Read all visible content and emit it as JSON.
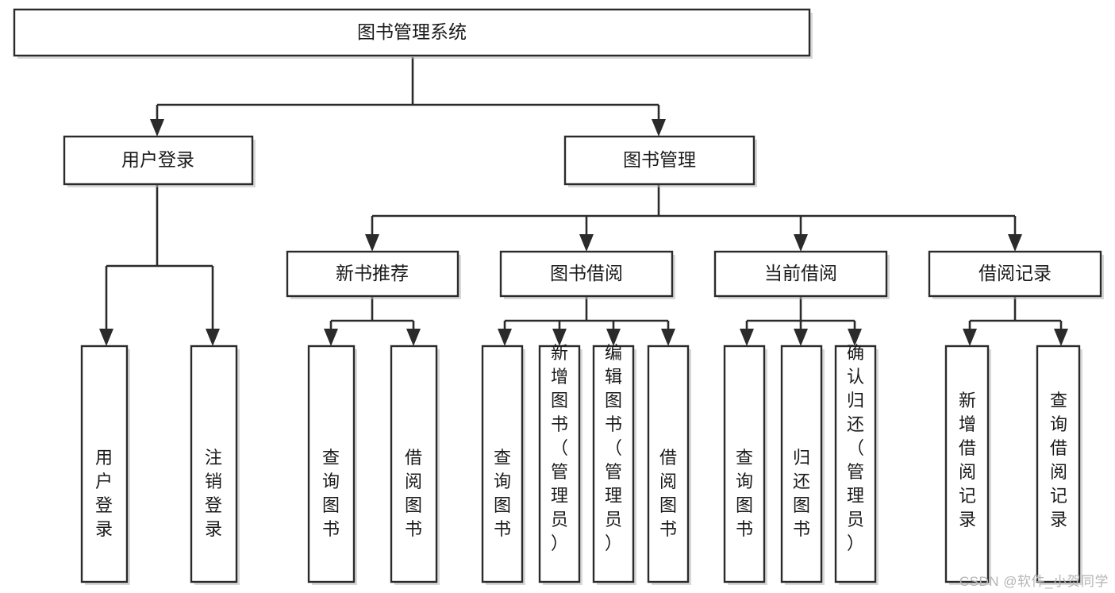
{
  "diagram": {
    "type": "tree",
    "title": "图书管理系统",
    "orientation": "top-down",
    "colors": {
      "box_fill": "#ffffff",
      "box_stroke": "#2b2b2b",
      "connector": "#2b2b2b",
      "text": "#1a1a1a",
      "watermark": "#b5b5b5",
      "background": "#ffffff"
    },
    "root": {
      "id": "root",
      "label": "图书管理系统"
    },
    "level2": [
      {
        "id": "user-login",
        "label": "用户登录"
      },
      {
        "id": "book-manage",
        "label": "图书管理"
      }
    ],
    "level3": [
      {
        "id": "new-book-rec",
        "label": "新书推荐",
        "parent": "book-manage"
      },
      {
        "id": "book-borrow",
        "label": "图书借阅",
        "parent": "book-manage"
      },
      {
        "id": "current-borrow",
        "label": "当前借阅",
        "parent": "book-manage"
      },
      {
        "id": "borrow-record",
        "label": "借阅记录",
        "parent": "book-manage"
      }
    ],
    "leaves": {
      "user_login": [
        {
          "id": "leaf-user-login",
          "label": "用户登录"
        },
        {
          "id": "leaf-logout-login",
          "label": "注销登录"
        }
      ],
      "new_book_rec": [
        {
          "id": "leaf-query-book-1",
          "label": "查询图书"
        },
        {
          "id": "leaf-borrow-book-1",
          "label": "借阅图书"
        }
      ],
      "book_borrow": [
        {
          "id": "leaf-query-book-2",
          "label": "查询图书"
        },
        {
          "id": "leaf-add-book",
          "label": "新增图书（管理员）"
        },
        {
          "id": "leaf-edit-book",
          "label": "编辑图书（管理员）"
        },
        {
          "id": "leaf-borrow-book-2",
          "label": "借阅图书"
        }
      ],
      "current_borrow": [
        {
          "id": "leaf-query-book-3",
          "label": "查询图书"
        },
        {
          "id": "leaf-return-book",
          "label": "归还图书"
        },
        {
          "id": "leaf-confirm-return",
          "label": "确认归还（管理员）"
        }
      ],
      "borrow_record": [
        {
          "id": "leaf-add-record",
          "label": "新增借阅记录"
        },
        {
          "id": "leaf-query-record",
          "label": "查询借阅记录"
        }
      ]
    }
  },
  "watermark": {
    "text": "CSDN @软件_小贺同学"
  }
}
